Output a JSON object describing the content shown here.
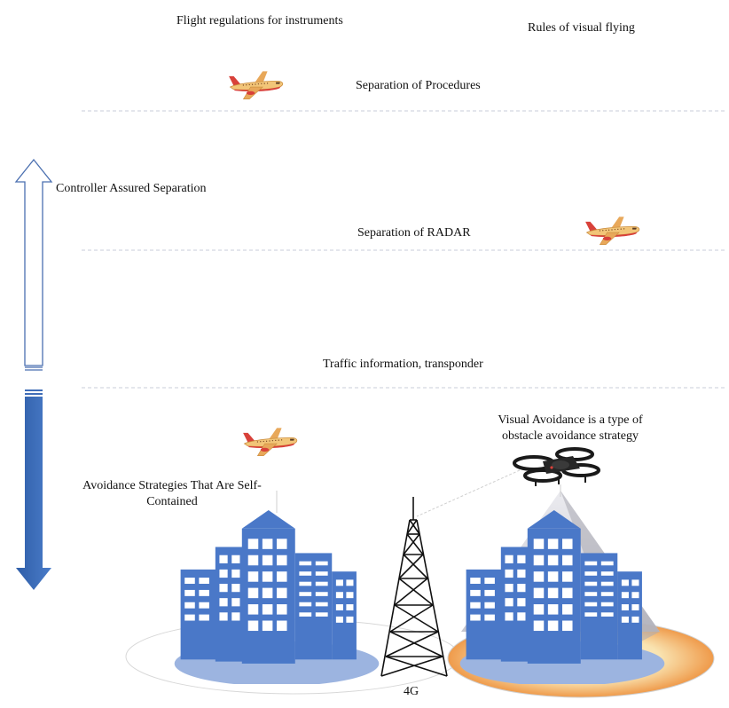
{
  "labels": {
    "ifr": "Flight regulations for instruments",
    "vfr": "Rules of visual flying",
    "procedural": "Separation of Procedures",
    "controller": "Controller Assured Separation",
    "radar": "Separation of RADAR",
    "traffic": "Traffic information, transponder",
    "visual_line1": "Visual Avoidance is a type of",
    "visual_line2": "obstacle avoidance strategy",
    "self_line1": "Avoidance Strategies That Are Self-",
    "self_line2": "Contained",
    "tower": "4G"
  },
  "colors": {
    "arrow_up_stroke": "#4a6fb0",
    "arrow_down_fill": "#3f6db8",
    "building": "#4a78c8",
    "window": "#ffffff",
    "island": "#9cb4e0",
    "plane_body": "#f0c070",
    "plane_accent": "#d8413a"
  },
  "icons": [
    "airplane-icon",
    "drone-icon",
    "building-icon",
    "cell-tower-icon"
  ]
}
